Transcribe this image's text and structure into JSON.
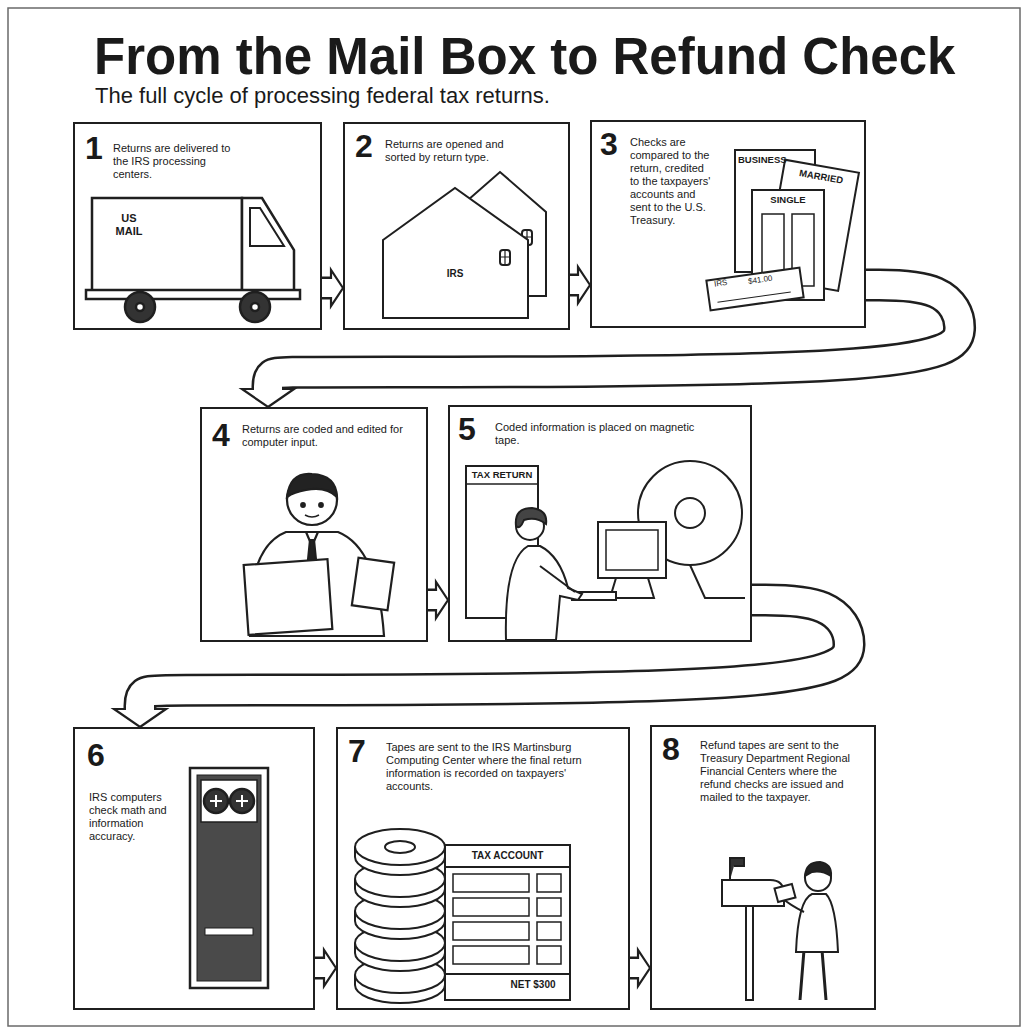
{
  "diagram": {
    "title": "From the Mail Box to Refund Check",
    "caption": "The full cycle of processing federal tax returns.",
    "nodes": [
      {
        "text": [
          "1",
          "Returns are delivered to the IRS processing centers."
        ]
      },
      {
        "text": [
          "2",
          "Returns are opened and sorted by return type."
        ]
      },
      {
        "text": [
          "3",
          "Checks are compared to the return, credited to the taxpayers' accounts and sent to the U.S. Treasury."
        ]
      },
      {
        "text": [
          "4",
          "Returns are coded and edited for computer input."
        ]
      },
      {
        "text": [
          "5",
          "Coded information is placed on magnetic tape."
        ]
      },
      {
        "text": [
          "6",
          "IRS computers check math and information accuracy."
        ]
      },
      {
        "text": [
          "7",
          "Tapes are sent to the IRS Martinsburg Computing Center where the final return information is recorded on taxpayers' accounts."
        ]
      },
      {
        "text": [
          "8",
          "Refund tapes are sent to the Treasury Department Regional Financial Centers where the refund checks are issued and mailed to the taxpayer."
        ]
      }
    ],
    "edges": [
      {
        "from": 0,
        "to": 1,
        "arrow": "to"
      },
      {
        "from": 1,
        "to": 2,
        "arrow": "to"
      },
      {
        "from": 2,
        "to": 3,
        "arrow": "to"
      },
      {
        "from": 3,
        "to": 4,
        "arrow": "to"
      },
      {
        "from": 4,
        "to": 5,
        "arrow": "to"
      },
      {
        "from": 5,
        "to": 6,
        "arrow": "to"
      },
      {
        "from": 6,
        "to": 7,
        "arrow": "to"
      }
    ],
    "labels": [
      "US MAIL",
      "IRS",
      "BUSINESS",
      "MARRIED",
      "SINGLE",
      "IRS",
      "$41.00",
      "TAX RETURN",
      "TAX ACCOUNT",
      "NET $300"
    ]
  }
}
